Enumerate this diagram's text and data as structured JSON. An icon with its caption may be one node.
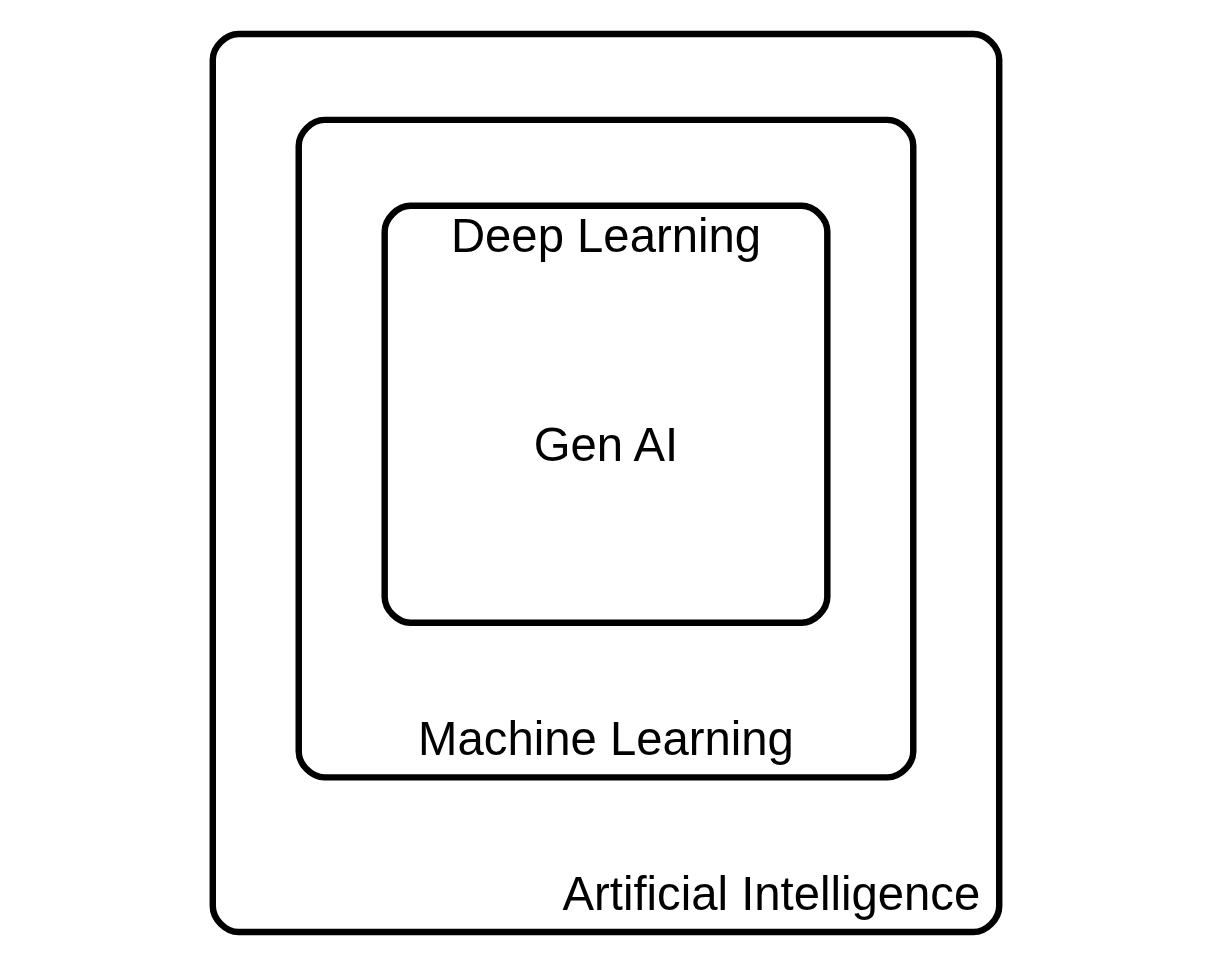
{
  "diagram": {
    "nodes": [
      {
        "text": [
          "Artificial Intelligence"
        ]
      },
      {
        "text": [
          "Machine Learning"
        ],
        "in": 0
      },
      {
        "text": [
          "Deep Learning"
        ],
        "in": 1
      },
      {
        "text": [
          "Gen AI"
        ],
        "in": 2
      }
    ]
  }
}
